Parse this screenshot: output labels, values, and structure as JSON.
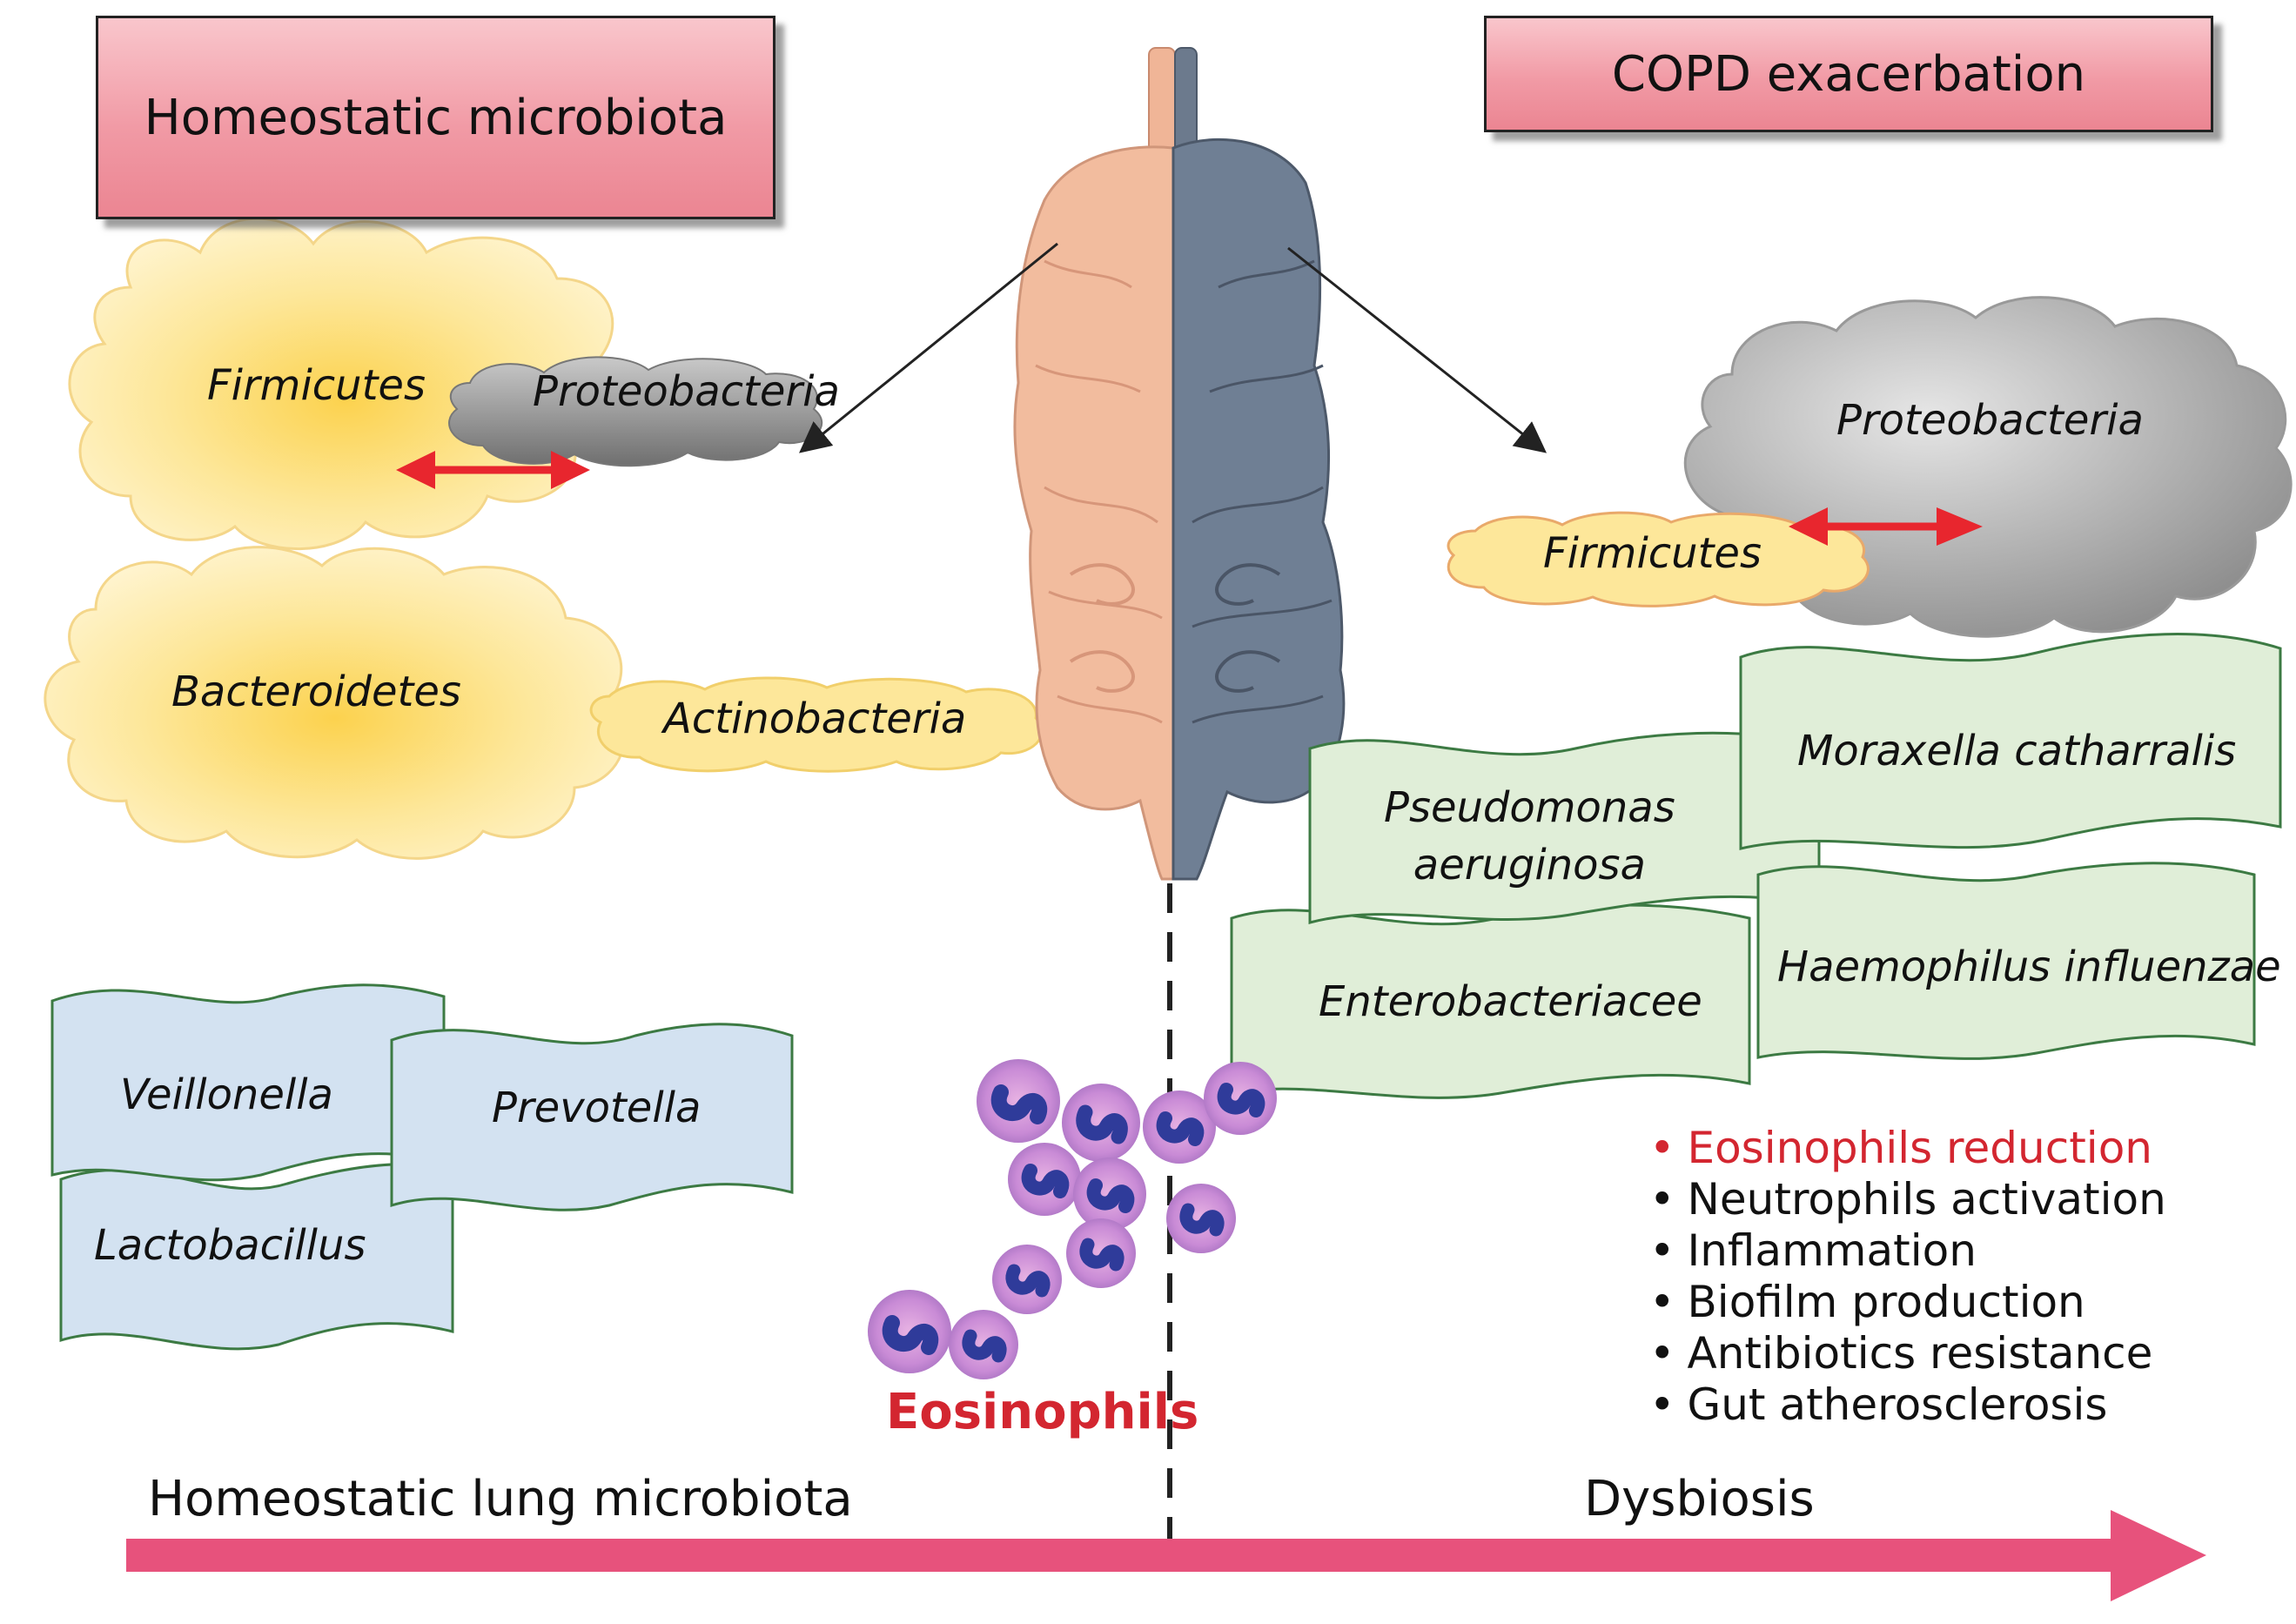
{
  "titles": {
    "left": "Homeostatic microbiota",
    "right": "COPD exacerbation"
  },
  "left_clouds": {
    "firmicutes": "Firmicutes",
    "proteobacteria": "Proteobacteria",
    "bacteroidetes": "Bacteroidetes",
    "actinobacteria": "Actinobacteria"
  },
  "right_clouds": {
    "proteobacteria": "Proteobacteria",
    "firmicutes": "Firmicutes"
  },
  "left_flags": {
    "veillonella": "Veillonella",
    "prevotella": "Prevotella",
    "lactobacillus": "Lactobacillus"
  },
  "right_flags": {
    "pseudomonas_line1": "Pseudomonas",
    "pseudomonas_line2": "aeruginosa",
    "moraxella": "Moraxella catharralis",
    "enterobacteriacee": "Enterobacteriacee",
    "haemophilus": "Haemophilus influenzae"
  },
  "eosinophils_label": "Eosinophils",
  "effects": [
    "Eosinophils reduction",
    "Neutrophils activation",
    "Inflammation",
    "Biofilm production",
    "Antibiotics resistance",
    "Gut atherosclerosis"
  ],
  "axis": {
    "left_label": "Homeostatic lung microbiota",
    "right_label": "Dysbiosis"
  },
  "colors": {
    "title_box": "#f19aa5",
    "yellow_cloud": "#fde79a",
    "gray_cloud": "#9a9a9a",
    "blue_flag": "#d3e2f1",
    "green_flag": "#e0eed8",
    "axis_arrow": "#e7527c",
    "red_arrow": "#e8262e",
    "eosinophil_label": "#d32630"
  }
}
